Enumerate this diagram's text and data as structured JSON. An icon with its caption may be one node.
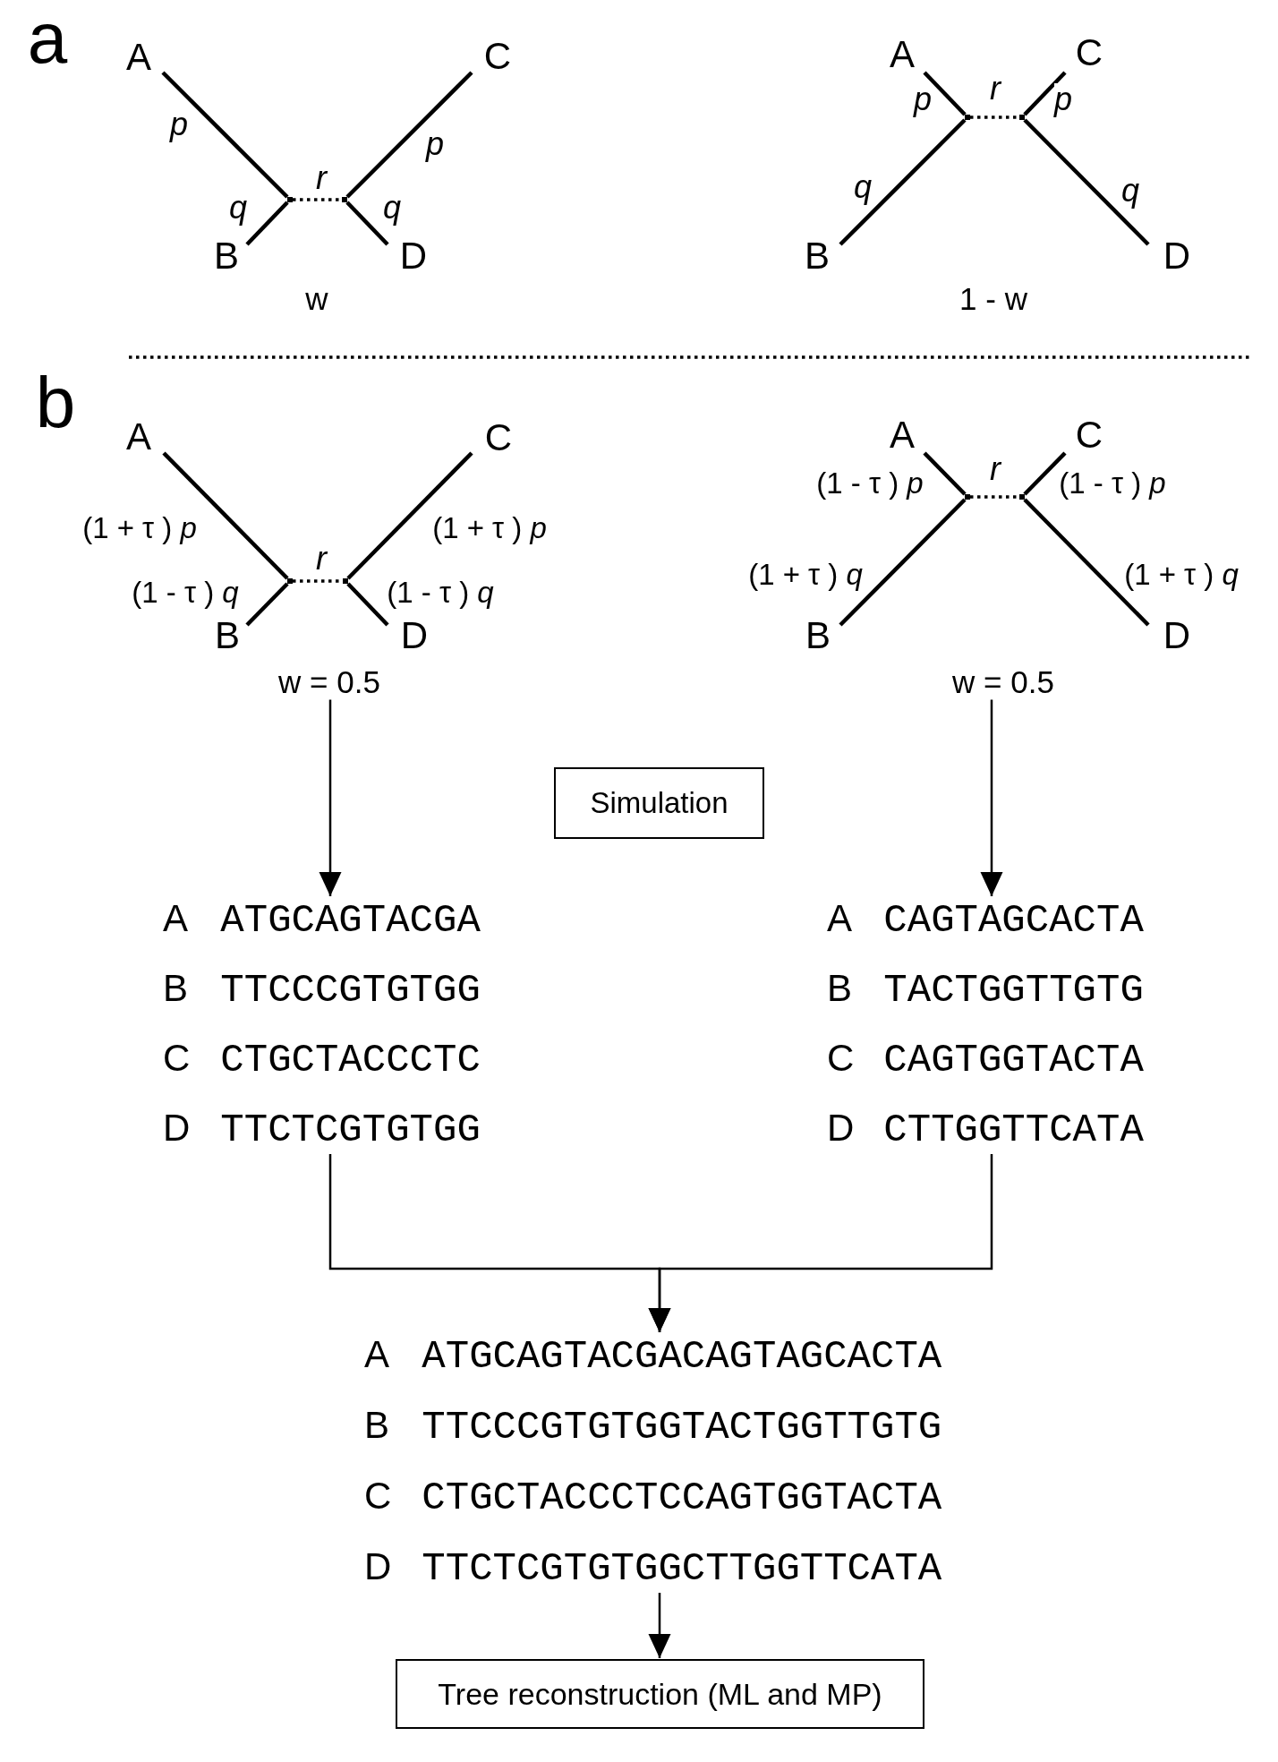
{
  "diagram": {
    "nodes": [
      {
        "text": [
          "A"
        ]
      },
      {
        "text": [
          "C"
        ]
      },
      {
        "text": [],
        "shape": "point"
      },
      {
        "text": [],
        "shape": "point"
      },
      {
        "text": [
          "B"
        ]
      },
      {
        "text": [
          "D"
        ]
      },
      {
        "text": [
          "A"
        ]
      },
      {
        "text": [
          "C"
        ]
      },
      {
        "text": [],
        "shape": "point"
      },
      {
        "text": [],
        "shape": "point"
      },
      {
        "text": [
          "B"
        ]
      },
      {
        "text": [
          "D"
        ]
      },
      {
        "text": [
          "A"
        ]
      },
      {
        "text": [
          "C"
        ]
      },
      {
        "text": [],
        "shape": "point"
      },
      {
        "text": [],
        "shape": "point"
      },
      {
        "text": [
          "B"
        ]
      },
      {
        "text": [
          "D"
        ]
      },
      {
        "text": [
          "w = 0.5"
        ]
      },
      {
        "text": [
          "A"
        ]
      },
      {
        "text": [
          "C"
        ]
      },
      {
        "text": [],
        "shape": "point"
      },
      {
        "text": [],
        "shape": "point"
      },
      {
        "text": [
          "B"
        ]
      },
      {
        "text": [
          "D"
        ]
      },
      {
        "text": [
          "w = 0.5"
        ]
      },
      {
        "text": [
          "Simulation"
        ]
      },
      {
        "text": [
          "A",
          "ATGCAGTACGA",
          "B",
          "TTCCCGTGTGG",
          "C",
          "CTGCTACCCTC",
          "D",
          "TTCTCGTGTGG"
        ]
      },
      {
        "text": [
          "A",
          "CAGTAGCACTA",
          "B",
          "TACTGGTTGTG",
          "C",
          "CAGTGGTACTA",
          "D",
          "CTTGGTTCATA"
        ]
      },
      {
        "text": [
          "A",
          "ATGCAGTACGACAGTAGCACTA",
          "B",
          "TTCCCGTGTGGTACTGGTTGTG",
          "C",
          "CTGCTACCCTCCAGTGGTACTA",
          "D",
          "TTCTCGTGTGGCTTGGTTCATA"
        ]
      },
      {
        "text": [
          "Tree reconstruction (ML and MP)"
        ]
      }
    ],
    "edges": [
      {
        "from": 0,
        "to": 2,
        "arrow": "none",
        "label": "p"
      },
      {
        "from": 4,
        "to": 2,
        "arrow": "none",
        "label": "q"
      },
      {
        "from": 2,
        "to": 3,
        "arrow": "none",
        "label": "r",
        "style": "dashed"
      },
      {
        "from": 1,
        "to": 3,
        "arrow": "none",
        "label": "p"
      },
      {
        "from": 5,
        "to": 3,
        "arrow": "none",
        "label": "q"
      },
      {
        "from": 6,
        "to": 8,
        "arrow": "none",
        "label": "p"
      },
      {
        "from": 10,
        "to": 8,
        "arrow": "none",
        "label": "q"
      },
      {
        "from": 8,
        "to": 9,
        "arrow": "none",
        "label": "r",
        "style": "dashed"
      },
      {
        "from": 7,
        "to": 9,
        "arrow": "none",
        "label": "p"
      },
      {
        "from": 11,
        "to": 9,
        "arrow": "none",
        "label": "q"
      },
      {
        "from": 12,
        "to": 14,
        "arrow": "none",
        "label": "(1 + τ ) *p*"
      },
      {
        "from": 16,
        "to": 14,
        "arrow": "none",
        "label": "(1 - τ ) *q*"
      },
      {
        "from": 14,
        "to": 15,
        "arrow": "none",
        "label": "r",
        "style": "dashed"
      },
      {
        "from": 13,
        "to": 15,
        "arrow": "none",
        "label": "(1 + τ ) *p*"
      },
      {
        "from": 17,
        "to": 15,
        "arrow": "none",
        "label": "(1 - τ ) *q*"
      },
      {
        "from": 19,
        "to": 21,
        "arrow": "none",
        "label": "(1 - τ ) *p*"
      },
      {
        "from": 23,
        "to": 21,
        "arrow": "none",
        "label": "(1 + τ ) *q*"
      },
      {
        "from": 21,
        "to": 22,
        "arrow": "none",
        "label": "r",
        "style": "dashed"
      },
      {
        "from": 20,
        "to": 22,
        "arrow": "none",
        "label": "(1 - τ ) *p*"
      },
      {
        "from": 24,
        "to": 22,
        "arrow": "none",
        "label": "(1 + τ ) *q*"
      },
      {
        "from": 18,
        "to": 27,
        "arrow": "to"
      },
      {
        "from": 25,
        "to": 28,
        "arrow": "to"
      },
      {
        "from": 27,
        "to": 29,
        "arrow": "to"
      },
      {
        "from": 28,
        "to": 29,
        "arrow": "to"
      },
      {
        "from": 29,
        "to": 30,
        "arrow": "to"
      }
    ],
    "labels": [
      "a",
      "w",
      "1 - w",
      "b"
    ]
  }
}
